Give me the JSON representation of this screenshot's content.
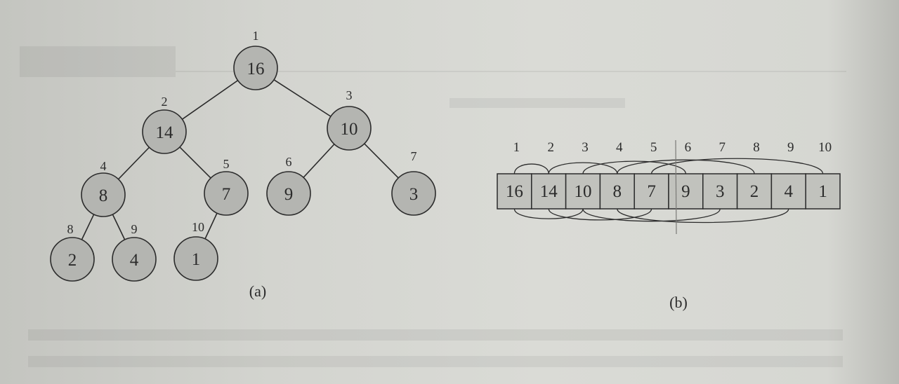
{
  "tree": {
    "caption": "(a)",
    "nodes": [
      {
        "index": "1",
        "value": "16"
      },
      {
        "index": "2",
        "value": "14"
      },
      {
        "index": "3",
        "value": "10"
      },
      {
        "index": "4",
        "value": "8"
      },
      {
        "index": "5",
        "value": "7"
      },
      {
        "index": "6",
        "value": "9"
      },
      {
        "index": "7",
        "value": "3"
      },
      {
        "index": "8",
        "value": "2"
      },
      {
        "index": "9",
        "value": "4"
      },
      {
        "index": "10",
        "value": "1"
      }
    ]
  },
  "array": {
    "caption": "(b)",
    "indices": [
      "1",
      "2",
      "3",
      "4",
      "5",
      "6",
      "7",
      "8",
      "9",
      "10"
    ],
    "values": [
      "16",
      "14",
      "10",
      "8",
      "7",
      "9",
      "3",
      "2",
      "4",
      "1"
    ]
  },
  "colors": {
    "node_fill": "#b4b5b1",
    "cell_fill": "#c1c2bd",
    "ink": "#2b2b2b"
  }
}
